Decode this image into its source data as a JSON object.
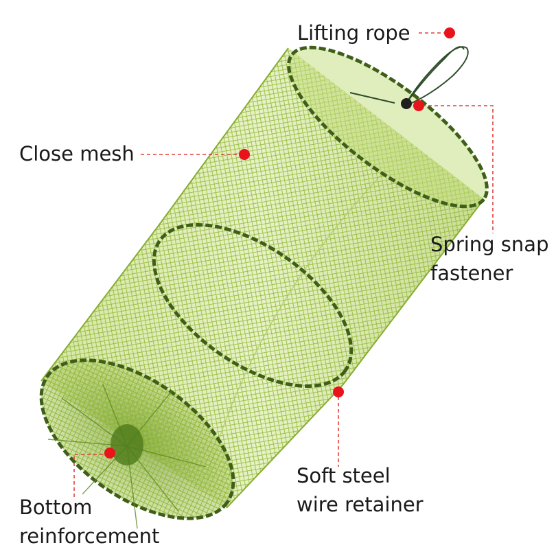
{
  "callouts": {
    "lifting_rope": "Lifting rope",
    "close_mesh": "Close mesh",
    "spring_snap_line1": "Spring snap",
    "spring_snap_line2": "fastener",
    "soft_steel_line1": "Soft steel",
    "soft_steel_line2": "wire retainer",
    "bottom_line1": "Bottom",
    "bottom_line2": "reinforcement"
  },
  "colors": {
    "mesh": "#9cbf3a",
    "mesh_dark": "#5e8a1e",
    "ring": "#3f5f19",
    "marker": "#e8131b",
    "leader": "#e0403a",
    "text": "#1a1a1a"
  }
}
